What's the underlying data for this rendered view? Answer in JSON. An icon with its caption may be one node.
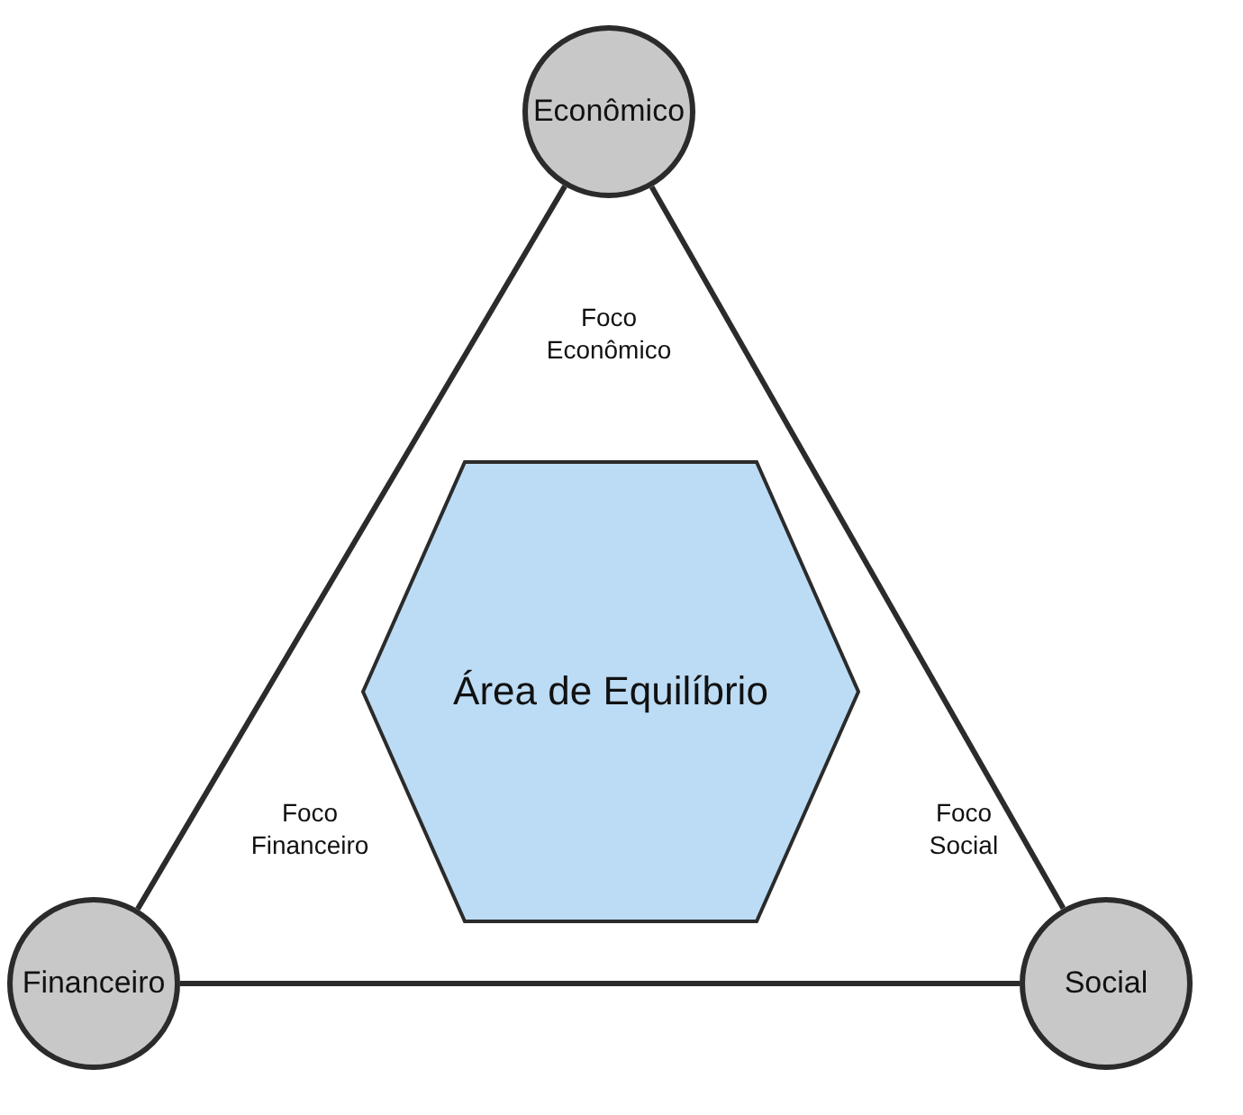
{
  "diagram": {
    "nodes": [
      {
        "text": [
          "Econômico"
        ]
      },
      {
        "text": [
          "Financeiro"
        ]
      },
      {
        "text": [
          "Social"
        ]
      },
      {
        "text": [
          "Área de Equilíbrio"
        ]
      }
    ],
    "edges": [
      {
        "from": 0,
        "to": 1,
        "arrow": "none"
      },
      {
        "from": 1,
        "to": 2,
        "arrow": "none"
      },
      {
        "from": 2,
        "to": 0,
        "arrow": "none"
      }
    ],
    "labels": [
      "Foco Econômico",
      "Foco Financeiro",
      "Foco Social"
    ]
  }
}
